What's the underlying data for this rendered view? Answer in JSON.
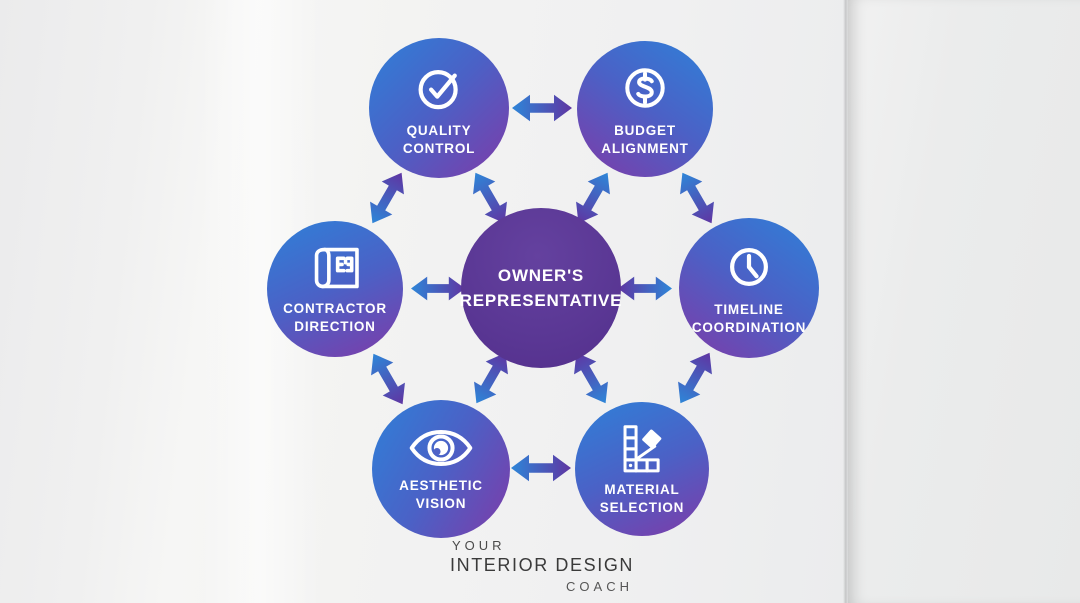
{
  "diagram": {
    "center": {
      "id": "owners-representative",
      "label_lines": [
        "OWNER'S",
        "REPRESENTATIVE"
      ]
    },
    "nodes": [
      {
        "id": "quality-control",
        "icon": "check-circle-icon",
        "label_lines": [
          "QUALITY",
          "CONTROL"
        ]
      },
      {
        "id": "budget-alignment",
        "icon": "dollar-circle-icon",
        "label_lines": [
          "BUDGET",
          "ALIGNMENT"
        ]
      },
      {
        "id": "contractor-direction",
        "icon": "blueprint-icon",
        "label_lines": [
          "CONTRACTOR",
          "DIRECTION"
        ]
      },
      {
        "id": "timeline-coordination",
        "icon": "clock-icon",
        "label_lines": [
          "TIMELINE",
          "COORDINATION"
        ]
      },
      {
        "id": "aesthetic-vision",
        "icon": "eye-icon",
        "label_lines": [
          "AESTHETIC",
          "VISION"
        ]
      },
      {
        "id": "material-selection",
        "icon": "swatches-icon",
        "label_lines": [
          "MATERIAL",
          "SELECTION"
        ]
      }
    ],
    "connections": [
      "quality-control<->budget-alignment",
      "quality-control<->contractor-direction",
      "quality-control<->owners-representative",
      "budget-alignment<->owners-representative",
      "budget-alignment<->timeline-coordination",
      "contractor-direction<->owners-representative",
      "owners-representative<->timeline-coordination",
      "contractor-direction<->aesthetic-vision",
      "owners-representative<->aesthetic-vision",
      "owners-representative<->material-selection",
      "timeline-coordination<->material-selection",
      "aesthetic-vision<->material-selection"
    ],
    "colors": {
      "arrow_blue": "#2e86d8",
      "arrow_purple": "#5f35a2",
      "center_circle": "#5a3794",
      "node_blue": "#2f80d8",
      "node_purple": "#7e3ba8",
      "label_text": "#ffffff"
    }
  },
  "footer_logo": {
    "word_top": "YOUR",
    "word_main": "INTERIOR DESIGN",
    "word_bottom": "COACH"
  }
}
